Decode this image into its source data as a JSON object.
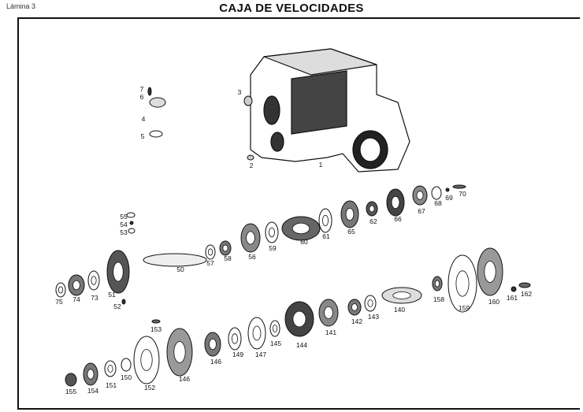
{
  "header": {
    "plate": "Lámina 3",
    "title": "CAJA DE VELOCIDADES"
  },
  "parts": [
    "1",
    "2",
    "3",
    "4",
    "5",
    "6",
    "7",
    "50",
    "51",
    "52",
    "53",
    "54",
    "55",
    "56",
    "57",
    "58",
    "59",
    "60",
    "61",
    "62",
    "65",
    "66",
    "67",
    "68",
    "69",
    "70",
    "73",
    "74",
    "75",
    "140",
    "141",
    "142",
    "143",
    "144",
    "145",
    "146",
    "146",
    "147",
    "149",
    "150",
    "151",
    "152",
    "153",
    "154",
    "155",
    "158",
    "159",
    "160",
    "161",
    "162"
  ]
}
